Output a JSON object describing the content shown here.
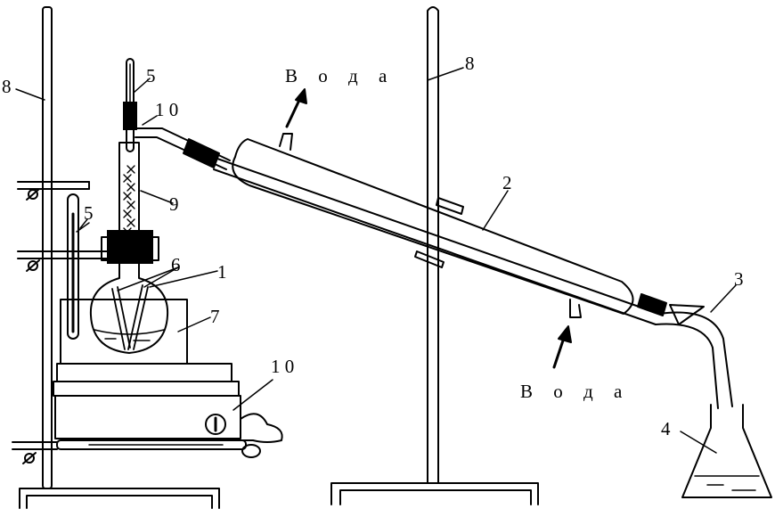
{
  "diagram": {
    "labels": {
      "thermometer_column": "5",
      "thermometer_bath": "5",
      "adapter_top": "1 0",
      "heater": "1 0",
      "condenser": "2",
      "allonge": "3",
      "receiver": "4",
      "boiling_chips": "6",
      "flask": "1",
      "bath": "7",
      "stand_left": "8",
      "stand_right": "8",
      "column": "9",
      "water_out": "В о д а",
      "water_in": "В о д а"
    }
  }
}
